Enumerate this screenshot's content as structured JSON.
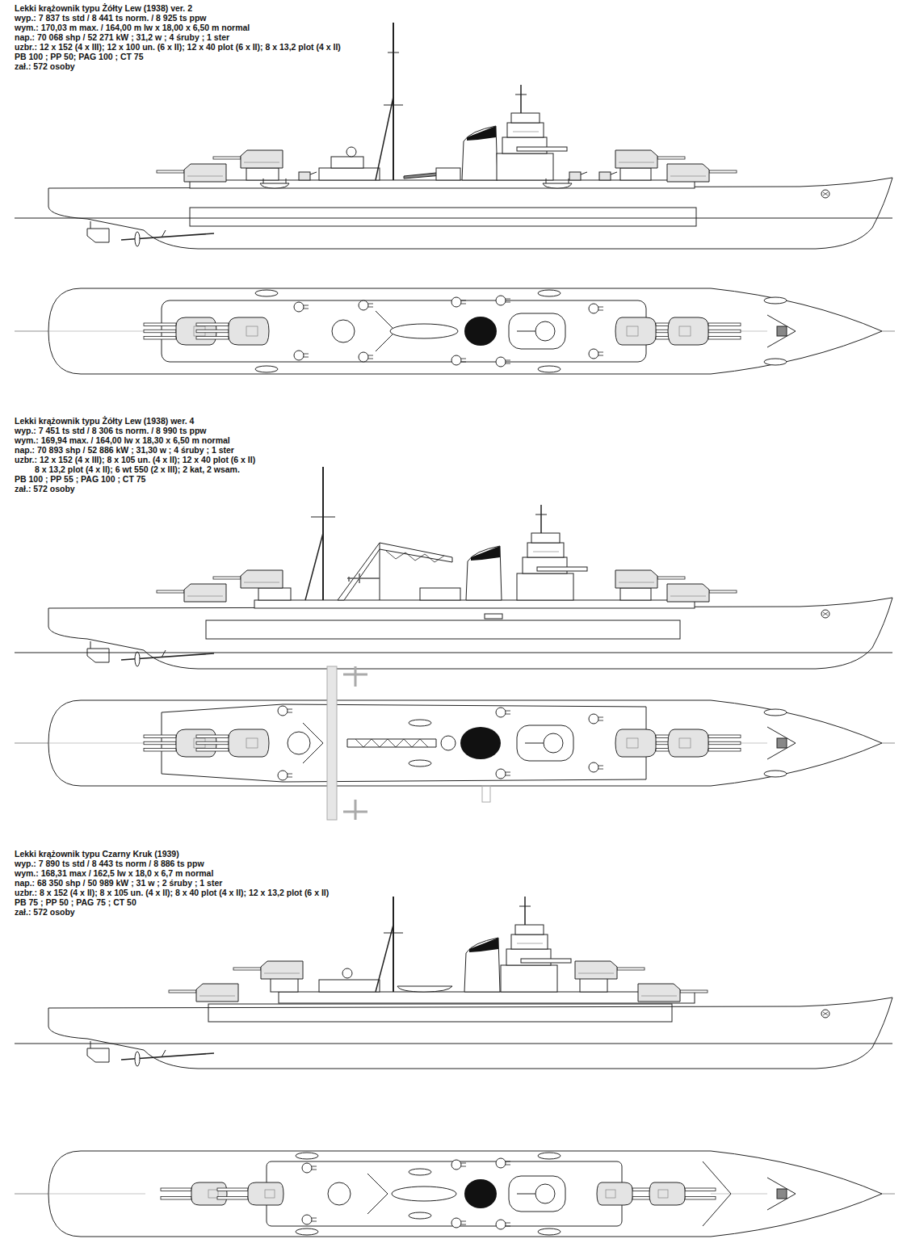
{
  "diagram": {
    "labels": [
      "Lekki krążownik typu Żółty Lew (1938) ver. 2",
      "wyp.: 7 837 ts std / 8 441 ts norm. / 8 925 ts ppw",
      "wym.: 170,03 m max. / 164,00 m lw x 18,00 x 6,50 m normal",
      "nap.: 70 068 shp / 52 271 kW ; 31,2 w ; 4 śruby ; 1 ster",
      "uzbr.: 12 x 152 (4 x III); 12 x 100 un. (6 x II); 12 x 40 plot (6 x II); 8 x 13,2 plot (4 x II)",
      "PB 100 ; PP 50; PAG 100 ; CT 75",
      "zał.: 572 osoby",
      "Lekki krążownik typu Żółty Lew (1938) wer. 4",
      "wyp.: 7 451 ts std / 8 306 ts norm. / 8 990 ts ppw",
      "wym.: 169,94 max. / 164,00 lw x 18,30 x 6,50 m normal",
      "nap.: 70 893 shp / 52 886 kW ; 31,30 w ; 4 śruby ; 1 ster",
      "uzbr.: 12 x 152 (4 x III); 8 x 105 un. (4 x II); 12 x 40 plot (6 x II)",
      "8 x 13,2 plot (4 x II); 6 wt 550 (2 x III); 2 kat, 2 wsam.",
      "PB 100 ; PP 55 ; PAG 100 ; CT 75",
      "zał.: 572 osoby",
      "Lekki krążownik typu Czarny Kruk (1939)",
      "wyp.: 7 890 ts std / 8 443 ts norm / 8 886 ts ppw",
      "wym.: 168,31 max / 162,5 lw x 18,0 x 6,7 m normal",
      "nap.: 68 350 shp / 50 989 kW ; 31 w ; 2 śruby ; 1 ster",
      "uzbr.: 8 x 152 (4 x II); 8 x 105 un. (4 x II); 8 x 40 plot (4 x II); 12 x 13,2 plot (6 x II)",
      "PB 75 ; PP 50 ; PAG 75 ; CT 50",
      "zał.: 572 osoby"
    ]
  }
}
